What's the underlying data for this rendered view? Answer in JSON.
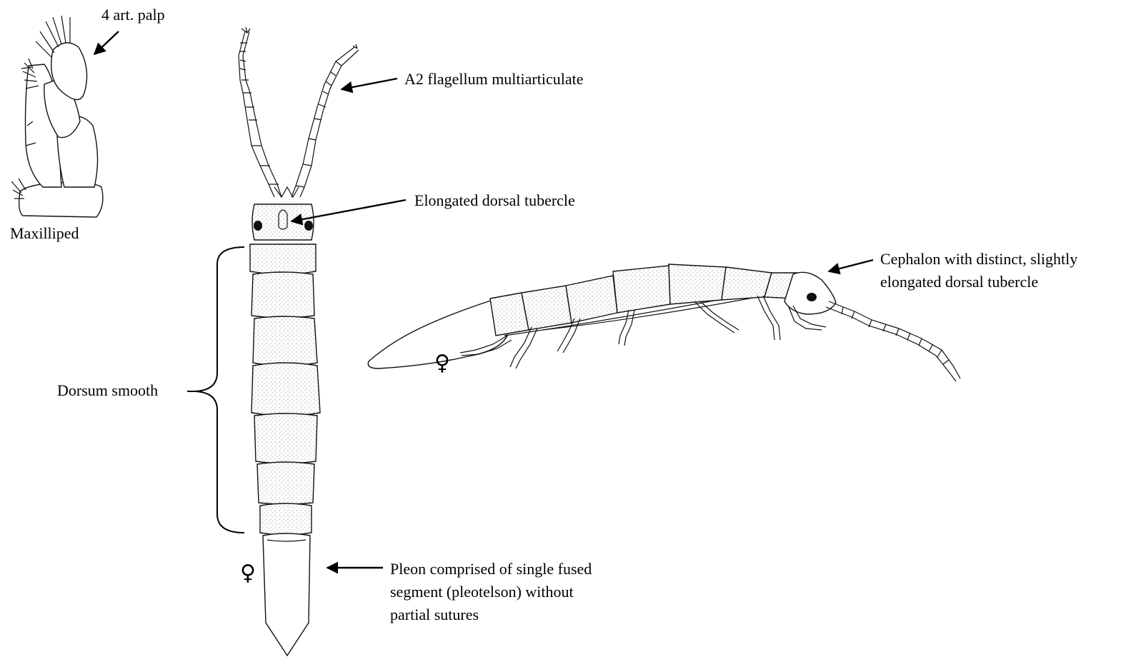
{
  "labels": {
    "palp": "4 art. palp",
    "maxilliped": "Maxilliped",
    "a2_flagellum": "A2 flagellum multiarticulate",
    "tubercle": "Elongated dorsal tubercle",
    "dorsum": "Dorsum smooth",
    "pleon_line1": "Pleon comprised of single fused",
    "pleon_line2": "segment (pleotelson) without",
    "pleon_line3": "partial sutures",
    "cephalon_line1": "Cephalon with distinct, slightly",
    "cephalon_line2": "elongated dorsal tubercle",
    "female_symbol": "♀"
  },
  "icons": {
    "female": "female-symbol",
    "arrow": "arrow-pointer"
  }
}
